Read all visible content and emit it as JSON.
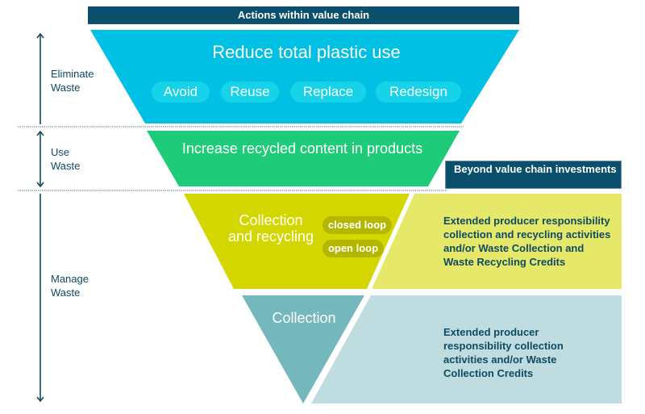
{
  "header": {
    "title": "Actions within value chain"
  },
  "beyond": {
    "title": "Beyond value chain investments"
  },
  "side_labels": {
    "eliminate": "Eliminate Waste",
    "use": "Use Waste",
    "manage": "Manage Waste"
  },
  "tiers": {
    "reduce": {
      "title": "Reduce total plastic use",
      "pills": [
        "Avoid",
        "Reuse",
        "Replace",
        "Redesign"
      ],
      "color": "#00c0e4"
    },
    "recycled": {
      "title": "Increase recycled content in products",
      "color": "#1ecb78"
    },
    "collection_recycling": {
      "title": "Collection and recycling",
      "pills": [
        "closed loop",
        "open loop"
      ],
      "color": "#d4d600",
      "description": "Extended producer responsibility collection and recycling activities and/or Waste Collection and Waste Recycling Credits",
      "description_color": "#e6e86a"
    },
    "collection": {
      "title": "Collection",
      "color": "#74b7bc",
      "description": "Extended producer responsibility collection activities  and/or Waste Collection Credits",
      "description_color": "#bfdde0"
    }
  },
  "colors": {
    "navy": "#0a4f6b",
    "divider": "#9aa7b0"
  }
}
